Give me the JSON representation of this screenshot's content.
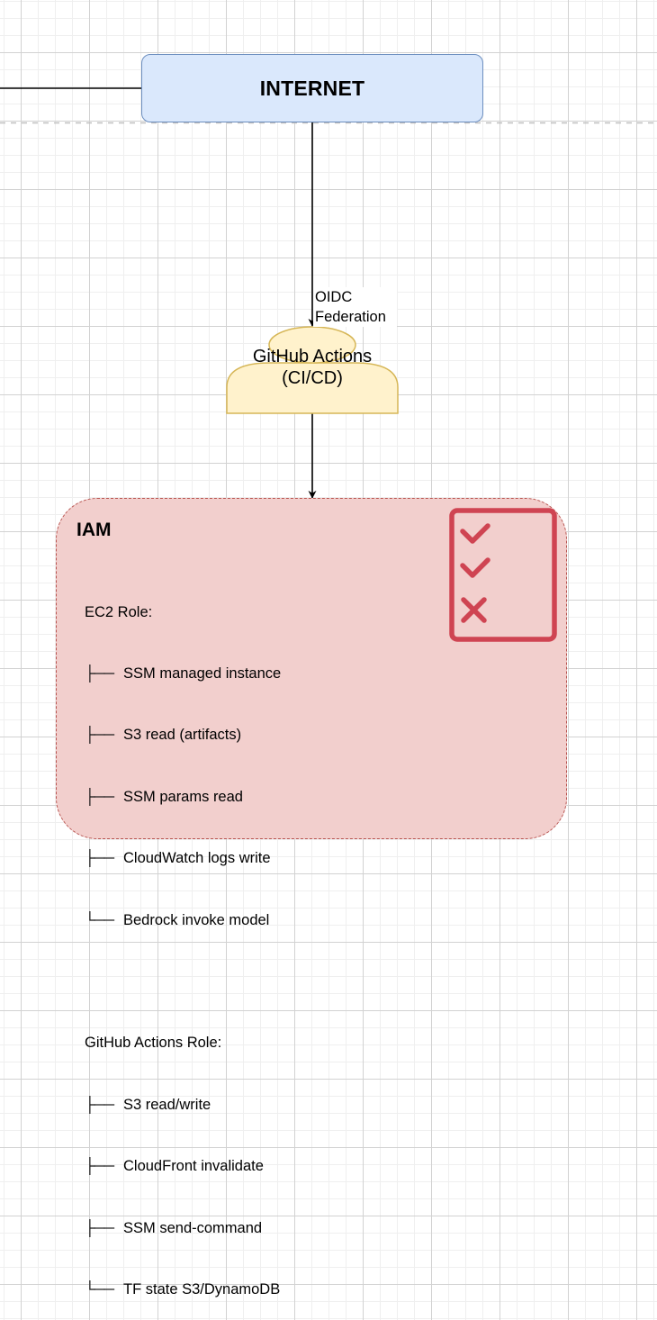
{
  "diagram": {
    "nodes": {
      "internet": {
        "label": "INTERNET",
        "fill": "#dae8fc",
        "stroke": "#6c8ebf"
      },
      "github_actions": {
        "label_line1": "GitHub Actions",
        "label_line2": "(CI/CD)",
        "shape": "actor-icon",
        "fill": "#fff2cc",
        "stroke": "#d6b656"
      },
      "iam": {
        "title": "IAM",
        "fill": "#f2cfcd",
        "stroke": "#b85450",
        "icon": "checklist-icon",
        "icon_color": "#cf4452",
        "groups": [
          {
            "heading": "EC2 Role:",
            "items": [
              {
                "branch": "├──",
                "label": "SSM managed instance"
              },
              {
                "branch": "├──",
                "label": "S3 read (artifacts)"
              },
              {
                "branch": "├──",
                "label": "SSM params read"
              },
              {
                "branch": "├──",
                "label": "CloudWatch logs write"
              },
              {
                "branch": "└──",
                "label": "Bedrock invoke model"
              }
            ]
          },
          {
            "heading": "GitHub Actions Role:",
            "items": [
              {
                "branch": "├──",
                "label": "S3 read/write"
              },
              {
                "branch": "├──",
                "label": "CloudFront invalidate"
              },
              {
                "branch": "├──",
                "label": "SSM send-command"
              },
              {
                "branch": "└──",
                "label": "TF state S3/DynamoDB"
              }
            ]
          }
        ]
      }
    },
    "edges": [
      {
        "from": "left-offscreen",
        "to": "internet",
        "label": ""
      },
      {
        "from": "internet",
        "to": "github_actions",
        "label_line1": "OIDC",
        "label_line2": "Federation"
      },
      {
        "from": "github_actions",
        "to": "iam",
        "label": ""
      }
    ],
    "boundary": {
      "style": "dashed",
      "color": "#c0c0c0"
    }
  }
}
